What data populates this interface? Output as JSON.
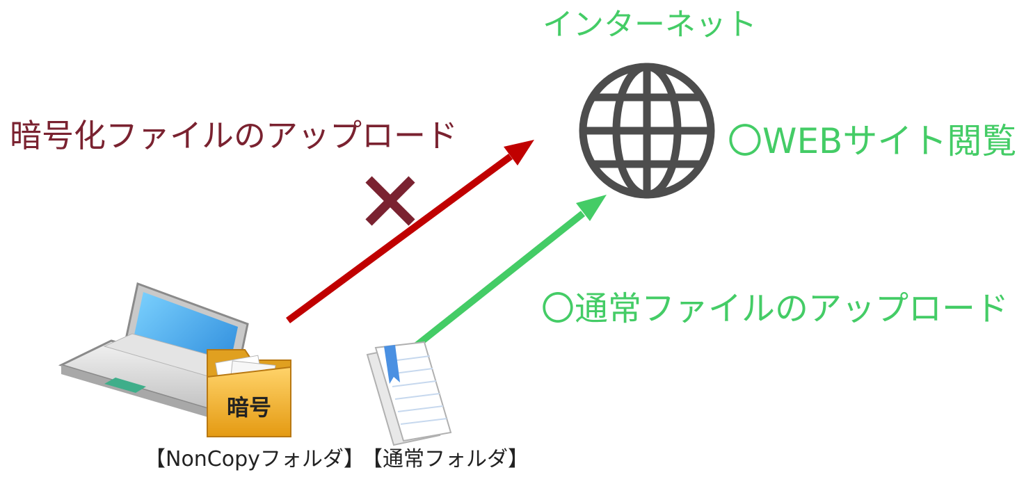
{
  "colors": {
    "green": "#44cc66",
    "red": "#c00000",
    "darkred": "#7a2230",
    "globe": "#4d4d4d"
  },
  "icons": {
    "globe": "globe-icon",
    "laptop": "laptop-icon",
    "encrypted_folder": "folder-icon",
    "document": "document-icon",
    "blocked": "cross-icon"
  },
  "labels": {
    "internet": "インターネット",
    "upload_encrypted": "暗号化ファイルのアップロード",
    "web_browse": "〇WEBサイト閲覧",
    "upload_normal": "〇通常ファイルのアップロード",
    "noncopy_folder": "【NonCopyフォルダ】",
    "normal_folder": "【通常フォルダ】",
    "folder_badge": "暗号",
    "blocked_mark": "✕"
  }
}
